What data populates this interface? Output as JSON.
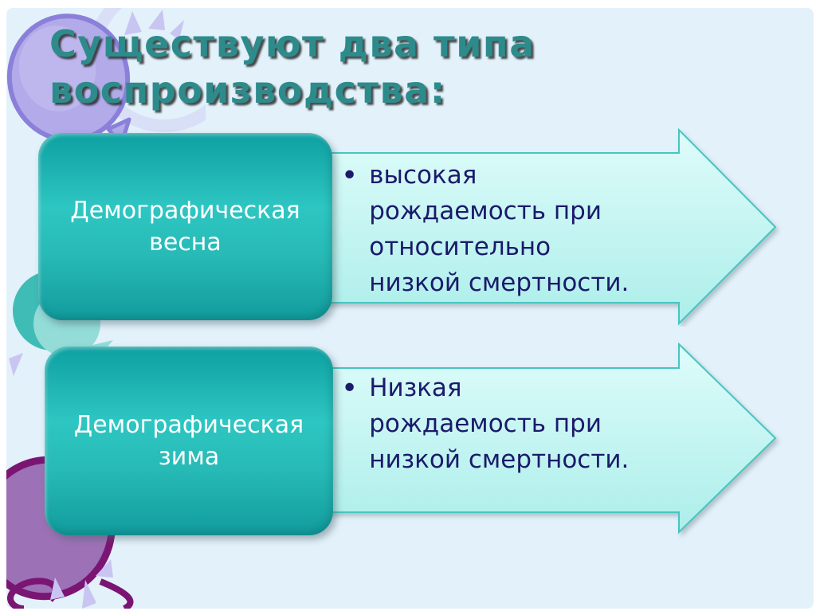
{
  "title": {
    "lines": [
      "Существуют два типа",
      "воспроизводства:"
    ]
  },
  "rows": [
    {
      "name": "demographic-spring",
      "box": {
        "lines": [
          "Демографическая",
          "весна"
        ]
      },
      "bullet": "•",
      "arrow": {
        "lines": [
          "высокая",
          "рождаемость при",
          "относительно",
          "низкой смертности."
        ]
      }
    },
    {
      "name": "demographic-winter",
      "box": {
        "lines": [
          "Демографическая",
          "зима"
        ]
      },
      "bullet": "•",
      "arrow": {
        "lines": [
          "Низкая",
          "рождаемость при",
          "низкой смертности."
        ]
      }
    }
  ],
  "decorations": [
    {
      "name": "balloon-purple-top-left"
    },
    {
      "name": "balloon-teal-mid-left"
    },
    {
      "name": "balloon-plum-bottom-left"
    },
    {
      "name": "lavender-rays"
    }
  ],
  "colors": {
    "background": "#e3f1fa",
    "title_text": "#2e8b8b",
    "box_teal_top": "#0da0a1",
    "box_teal_mid": "#2ec6c2",
    "box_text": "#ffffff",
    "arrow_fill_top": "#defcfa",
    "arrow_fill_bottom": "#aceeea",
    "arrow_border": "#47c5c0",
    "arrow_text": "#1b1a6b",
    "balloon_purple_light": "#b2aae9",
    "balloon_purple_outline": "#8b80d9",
    "balloon_purple_inner": "#c6c0f1",
    "balloon_teal_back": "#3fbcb6",
    "balloon_teal_front": "#93dcd7",
    "balloon_plum_fill": "#9d71b5",
    "balloon_plum_outline": "#7b1573",
    "ray_lavender": "#c9c5f2"
  }
}
